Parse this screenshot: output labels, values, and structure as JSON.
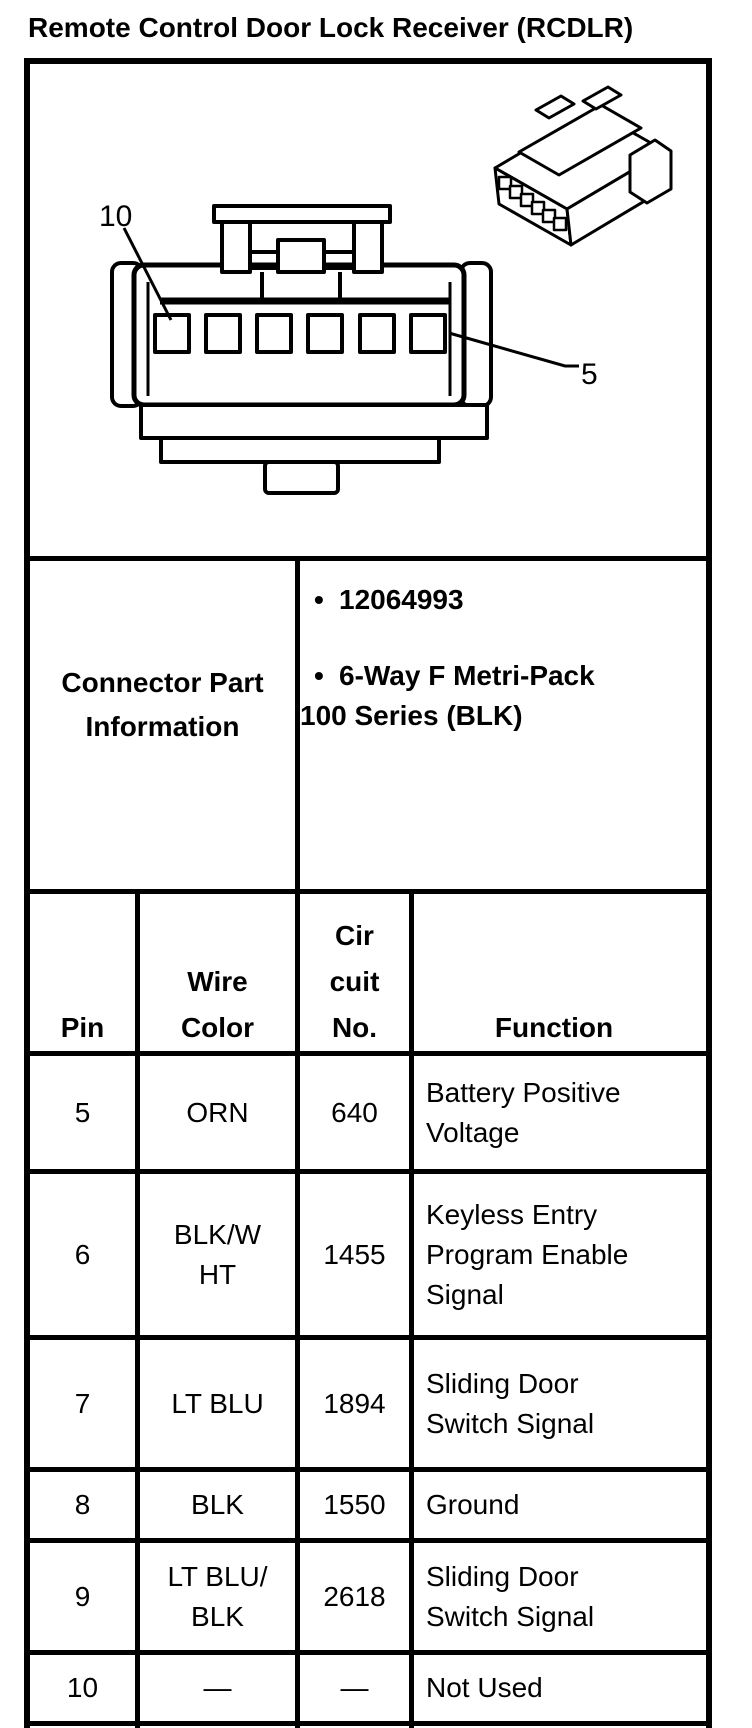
{
  "colors": {
    "ink": "#000000",
    "paper": "#ffffff"
  },
  "title": "Remote Control Door Lock Receiver (RCDLR)",
  "connector_diagram": {
    "label_pin10": "10",
    "label_pin5": "5"
  },
  "part_info": {
    "heading": "Connector Part\nInformation",
    "bullet_char": "•",
    "part_number": "12064993",
    "connector_type_line1": "6-Way F Metri-Pack",
    "connector_type_line2": "100 Series (BLK)"
  },
  "pinout_table": {
    "header": {
      "pin": "Pin",
      "wire_color": "Wire\nColor",
      "circuit_no": "Cir\ncuit\nNo.",
      "function": "Function"
    },
    "rows": [
      {
        "pin": "5",
        "wire": "ORN",
        "circuit": "640",
        "function": "Battery Positive\nVoltage"
      },
      {
        "pin": "6",
        "wire": "BLK/W\nHT",
        "circuit": "1455",
        "function": "Keyless Entry\nProgram Enable\nSignal"
      },
      {
        "pin": "7",
        "wire": "LT BLU",
        "circuit": "1894",
        "function": "Sliding Door\nSwitch Signal"
      },
      {
        "pin": "8",
        "wire": "BLK",
        "circuit": "1550",
        "function": "Ground"
      },
      {
        "pin": "9",
        "wire": "LT BLU/\nBLK",
        "circuit": "2618",
        "function": "Sliding Door\nSwitch Signal"
      },
      {
        "pin": "10",
        "wire": "—",
        "circuit": "—",
        "function": "Not Used"
      }
    ]
  }
}
